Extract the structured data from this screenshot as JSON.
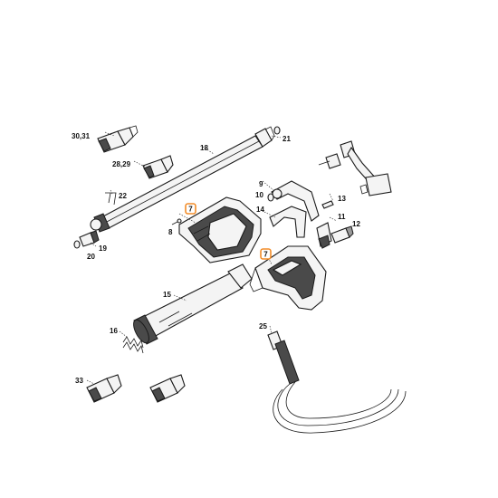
{
  "accent_color": "#f28c28",
  "labels": {
    "l30_31": "30,31",
    "l21": "21",
    "l18": "18",
    "l28_29": "28,29",
    "l22": "22",
    "l19": "19",
    "l20": "20",
    "l8": "8",
    "l7a": "7",
    "l9": "9",
    "l10": "10",
    "l14": "14",
    "l13": "13",
    "l11": "11",
    "l12": "12",
    "l7b": "7",
    "l15": "15",
    "l16": "16",
    "l25": "25",
    "l33": "33"
  }
}
